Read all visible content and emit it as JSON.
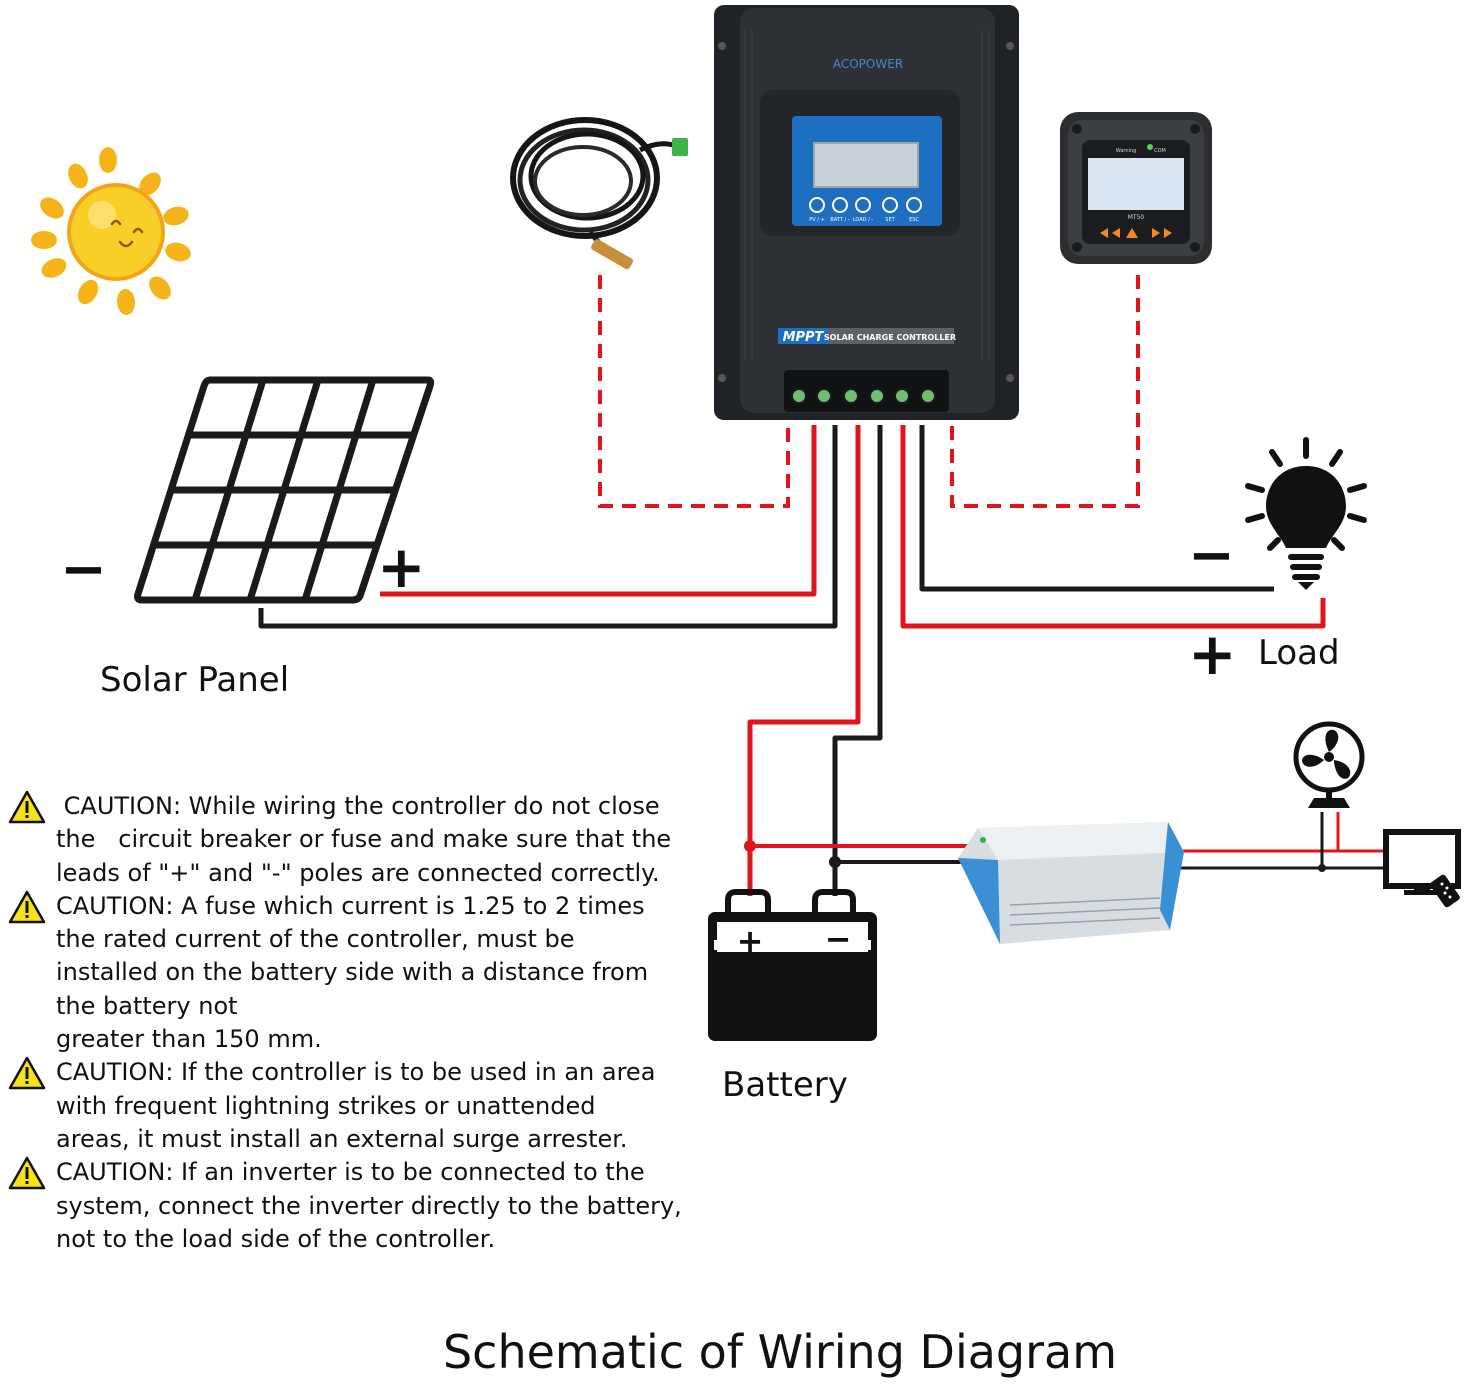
{
  "controller": {
    "brand": "ACOPOWER",
    "model_badge": "MPPT",
    "model_text": "SOLAR CHARGE CONTROLLER",
    "button_labels": [
      "PV / +",
      "BATT / -",
      "LOAD / -",
      "SET",
      "ESC"
    ]
  },
  "remote_meter": {
    "model": "MT50",
    "indicator_labels": [
      "Warning",
      "COM"
    ]
  },
  "labels": {
    "solar_panel": "Solar Panel",
    "battery": "Battery",
    "load": "Load"
  },
  "signs": {
    "solar_minus": "−",
    "solar_plus": "+",
    "load_minus": "−",
    "load_plus": "+",
    "battery_plus": "+",
    "battery_minus": "−"
  },
  "cautions": [
    " CAUTION: While wiring the controller do not close\nthe   circuit breaker or fuse and make sure that the\nleads of \"+\" and \"-\" poles are connected correctly.",
    "CAUTION: A fuse which current is 1.25 to 2 times\nthe rated current of the controller, must be\ninstalled on the battery side with a distance from\nthe battery not\ngreater than 150 mm.",
    "CAUTION: If the controller is to be used in an area\nwith frequent lightning strikes or unattended\nareas, it must install an external surge arrester.",
    "CAUTION: If an inverter is to be connected to the\nsystem, connect the inverter directly to the battery,\nnot to the load side of the controller."
  ],
  "title": "Schematic of Wiring Diagram",
  "colors": {
    "positive_wire": "#e2141c",
    "negative_wire": "#1a1a1a",
    "accessory_link": "#e2141c",
    "sun": "#f7c51e",
    "controller_body": "#2a2d31",
    "display_blue": "#1e6fc2",
    "inverter_blue": "#3b8fd4"
  }
}
